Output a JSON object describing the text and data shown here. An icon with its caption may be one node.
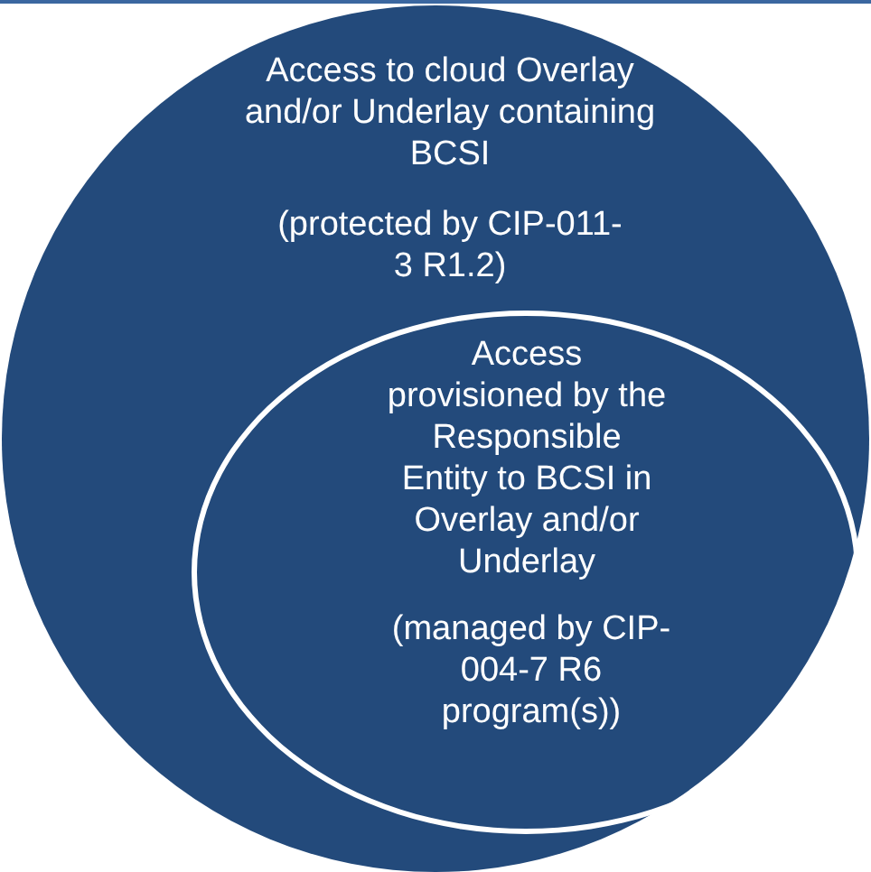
{
  "diagram": {
    "nodes": [
      {
        "text": [
          "Access to cloud Overlay and/or Underlay containing BCSI",
          "(protected by CIP-011-3 R1.2)"
        ]
      },
      {
        "text": [
          "Access provisioned by the Responsible Entity to BCSI in Overlay and/or Underlay",
          "(managed by CIP-004-7 R6 program(s))"
        ],
        "in": 0
      }
    ]
  }
}
